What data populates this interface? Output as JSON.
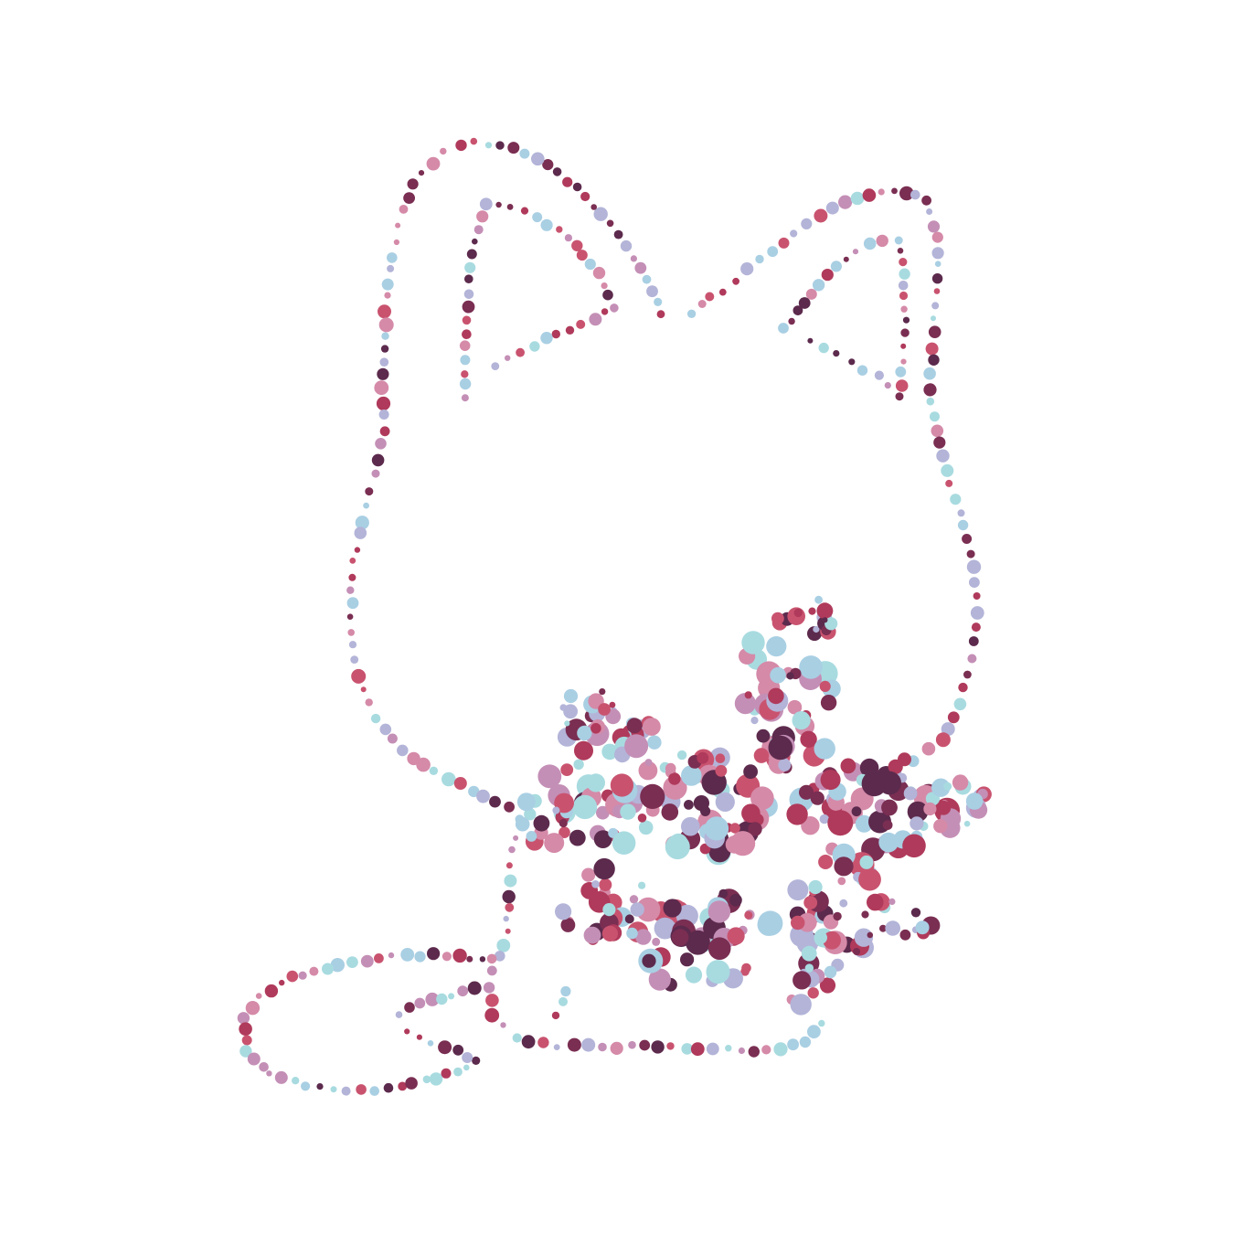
{
  "artwork": {
    "subject": "cat",
    "accent": "bow",
    "style": "dotted",
    "palette": {
      "rose": "#c9536f",
      "crimson": "#b03a5b",
      "plum": "#7a2e52",
      "wine": "#5c2a4d",
      "mauve": "#c48fb6",
      "lavender": "#b3b4d8",
      "sky": "#a9cfe3",
      "aqua": "#a8dbe0",
      "pink": "#d58aa8"
    }
  }
}
